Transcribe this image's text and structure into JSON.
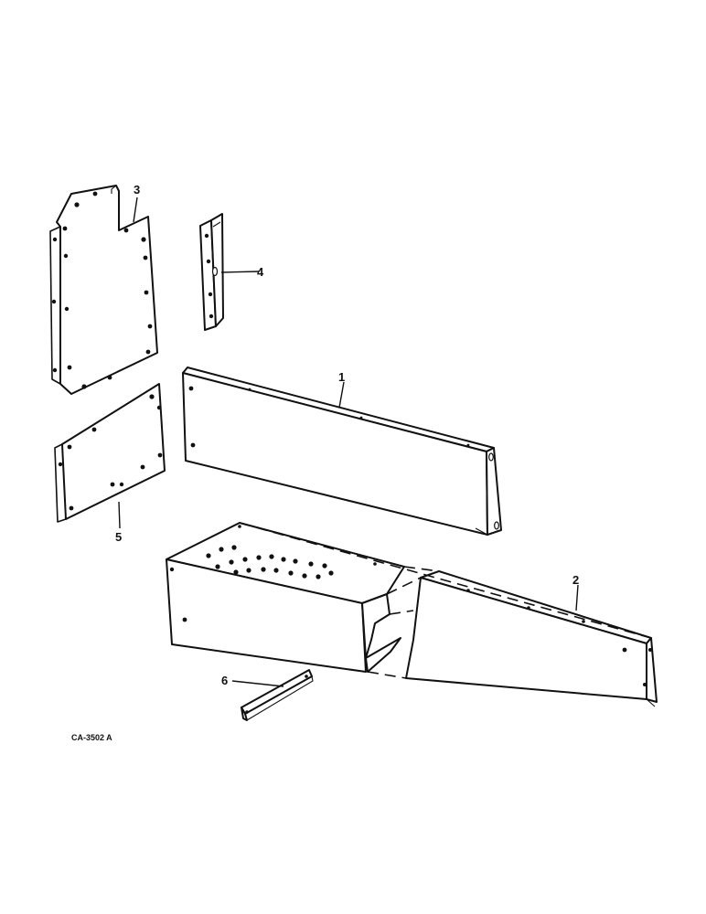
{
  "figure_code": "CA-3502 A",
  "callouts": {
    "part_1": "1",
    "part_2": "2",
    "part_3": "3",
    "part_4": "4",
    "part_5": "5",
    "part_6": "6"
  },
  "colors": {
    "line": "#111111",
    "background": "#ffffff"
  }
}
